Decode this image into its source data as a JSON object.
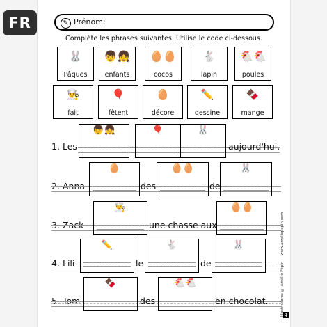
{
  "badge": "FR",
  "name_label": "Prénom:",
  "instruction": "Complète les phrases suivantes. Utilise le code ci-dessous.",
  "cards_row1": [
    {
      "word": "Pâques",
      "icon": "bunny-icon",
      "glyph": "🐰"
    },
    {
      "word": "enfants",
      "icon": "children-icon",
      "glyph": "👦👧"
    },
    {
      "word": "cocos",
      "icon": "eggs-icon",
      "glyph": "🥚🥚"
    },
    {
      "word": "lapin",
      "icon": "rabbit-icon",
      "glyph": "🐇"
    },
    {
      "word": "poules",
      "icon": "hens-icon",
      "glyph": "🐔🐔"
    }
  ],
  "cards_row2": [
    {
      "word": "fait",
      "icon": "chef-icon",
      "glyph": "👨‍🍳"
    },
    {
      "word": "fêtent",
      "icon": "balloons-icon",
      "glyph": "🎈"
    },
    {
      "word": "décore",
      "icon": "decorated-egg-icon",
      "glyph": "🥚"
    },
    {
      "word": "dessine",
      "icon": "drawing-icon",
      "glyph": "✏️"
    },
    {
      "word": "mange",
      "icon": "eating-icon",
      "glyph": "🍫"
    }
  ],
  "sentences": [
    {
      "num": "1.",
      "parts": [
        "Les",
        "aujourd'hui."
      ]
    },
    {
      "num": "2.",
      "parts": [
        "Anna",
        "des",
        "de"
      ]
    },
    {
      "num": "3.",
      "parts": [
        "Zack",
        "une chasse aux"
      ]
    },
    {
      "num": "4.",
      "parts": [
        "Lili",
        "le",
        "de"
      ]
    },
    {
      "num": "5.",
      "parts": [
        "Tom",
        "des",
        "en chocolat."
      ]
    }
  ],
  "credit": "Illustrations: © Amélie Pépin — www.ameliepepin.com",
  "page_num": "4"
}
